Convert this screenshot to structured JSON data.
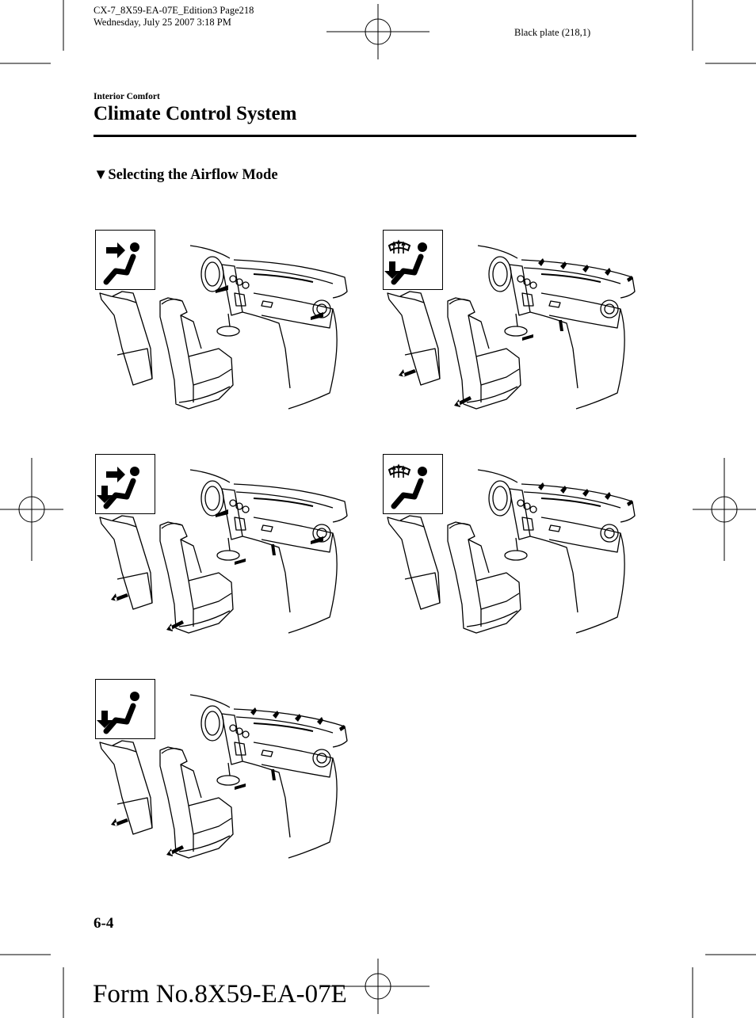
{
  "header": {
    "print_line1": "CX-7_8X59-EA-07E_Edition3 Page218",
    "print_line2": "Wednesday, July 25 2007 3:18 PM",
    "plate": "Black plate (218,1)"
  },
  "section": "Interior Comfort",
  "title": "Climate Control System",
  "subheading": {
    "marker": "▼",
    "text": "Selecting the Airflow Mode"
  },
  "illustrations": [
    {
      "mode_icon": "face-airflow-icon"
    },
    {
      "mode_icon": "floor-defroster-airflow-icon"
    },
    {
      "mode_icon": "bi-level-airflow-icon"
    },
    {
      "mode_icon": "defroster-airflow-icon"
    },
    {
      "mode_icon": "floor-airflow-icon"
    }
  ],
  "footer": {
    "page_number": "6-4",
    "form_number": "Form No.8X59-EA-07E"
  }
}
